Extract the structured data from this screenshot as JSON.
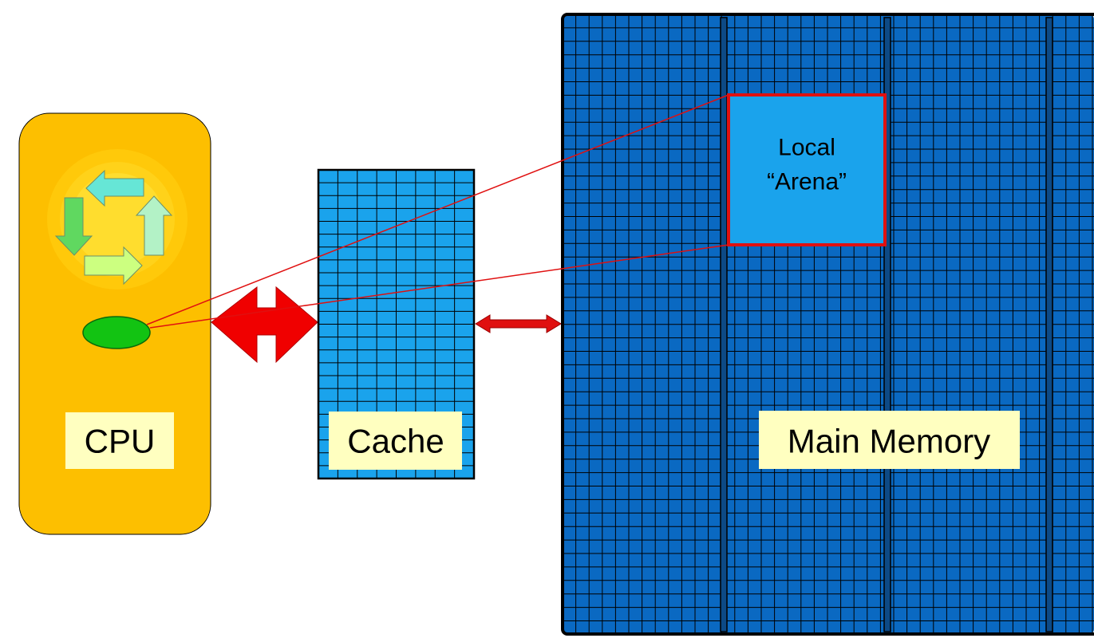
{
  "labels": {
    "cpu": "CPU",
    "cache": "Cache",
    "main_memory": "Main Memory",
    "arena_line1": "Local",
    "arena_line2": "“Arena”"
  },
  "colors": {
    "cpu_body": "#FDBF00",
    "cpu_glow": "#FFD21A",
    "label_bg": "#FFFFC0",
    "cache_fill": "#1AA3EC",
    "memory_fill": "#0A69C2",
    "memory_bar": "#0D4A86",
    "arena_fill": "#1AA3EC",
    "arena_border": "#E01010",
    "connector": "#E01010",
    "bus_arrow": "#F00000",
    "pointer_fill": "#12C312",
    "cycle_arrow_1": "#66E6D6",
    "cycle_arrow_2": "#B3F2C6",
    "cycle_arrow_3": "#60D860",
    "cycle_arrow_4": "#CCFF80"
  },
  "icons": [
    "cycle-arrows-icon",
    "pointer-ellipse-icon",
    "bus-arrow-icon"
  ]
}
